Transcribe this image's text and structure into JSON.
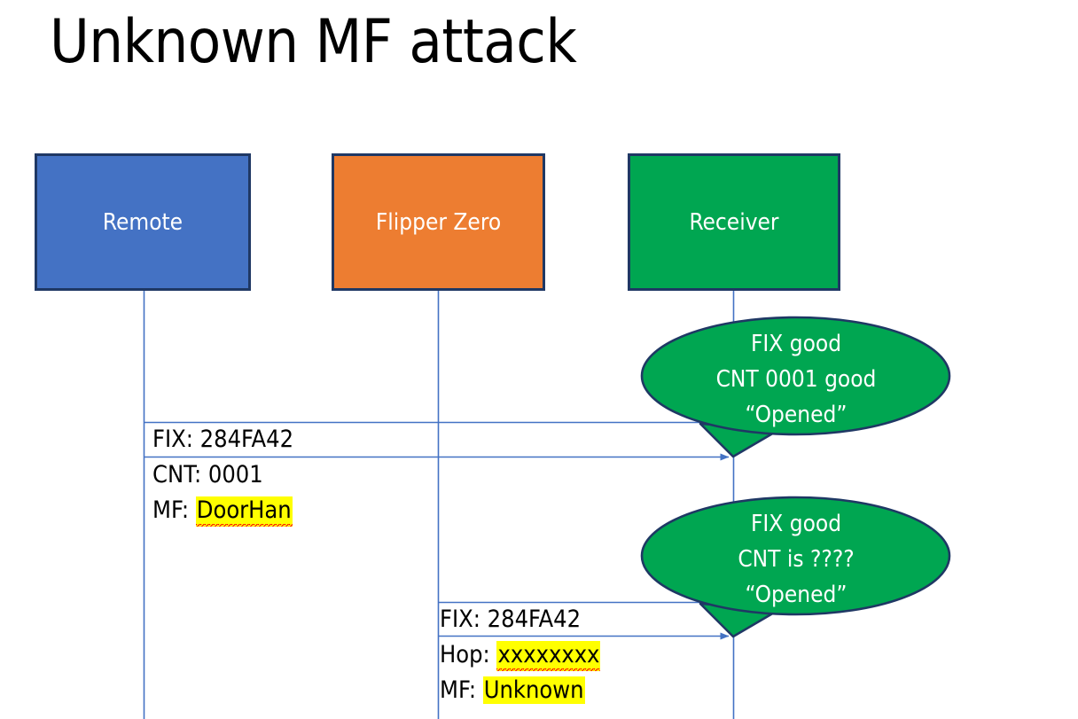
{
  "slide": {
    "title": "Unknown MF attack",
    "background": "#FFFFFF"
  },
  "colors": {
    "remote_fill": "#4472C4",
    "flipper_fill": "#ED7D31",
    "receiver_fill": "#00A651",
    "box_border": "#1F3864",
    "bubble_fill": "#00A651",
    "bubble_border": "#1F3864",
    "lifeline": "#4472C4",
    "arrow": "#4472C4",
    "highlight": "#FFFF00",
    "spellcheck_underline": "#FF0000",
    "text_dark": "#000000",
    "text_light": "#FFFFFF"
  },
  "actors": [
    {
      "id": "remote",
      "label": "Remote"
    },
    {
      "id": "flipper",
      "label": "Flipper Zero"
    },
    {
      "id": "receiver",
      "label": "Receiver"
    }
  ],
  "messages": [
    {
      "id": "msg-remote-to-receiver",
      "from": "remote",
      "to": "receiver",
      "lines": [
        {
          "label": "FIX: ",
          "value": "284FA42",
          "highlight": false,
          "spellcheck_error": false
        },
        {
          "label": "CNT: ",
          "value": "0001",
          "highlight": false,
          "spellcheck_error": false
        },
        {
          "label": "MF: ",
          "value": "DoorHan",
          "highlight": true,
          "spellcheck_error": true
        }
      ]
    },
    {
      "id": "msg-flipper-to-receiver",
      "from": "flipper",
      "to": "receiver",
      "lines": [
        {
          "label": "FIX: ",
          "value": "284FA42",
          "highlight": false,
          "spellcheck_error": false
        },
        {
          "label": "Hop: ",
          "value": "xxxxxxxx",
          "highlight": true,
          "spellcheck_error": true
        },
        {
          "label": "MF: ",
          "value": "Unknown",
          "highlight": true,
          "spellcheck_error": false
        }
      ]
    }
  ],
  "callouts": [
    {
      "id": "callout-first-reception",
      "lines": [
        "FIX good",
        "CNT 0001 good",
        "“Opened”"
      ]
    },
    {
      "id": "callout-second-reception",
      "lines": [
        "FIX good",
        "CNT is ????",
        "“Opened”"
      ]
    }
  ]
}
